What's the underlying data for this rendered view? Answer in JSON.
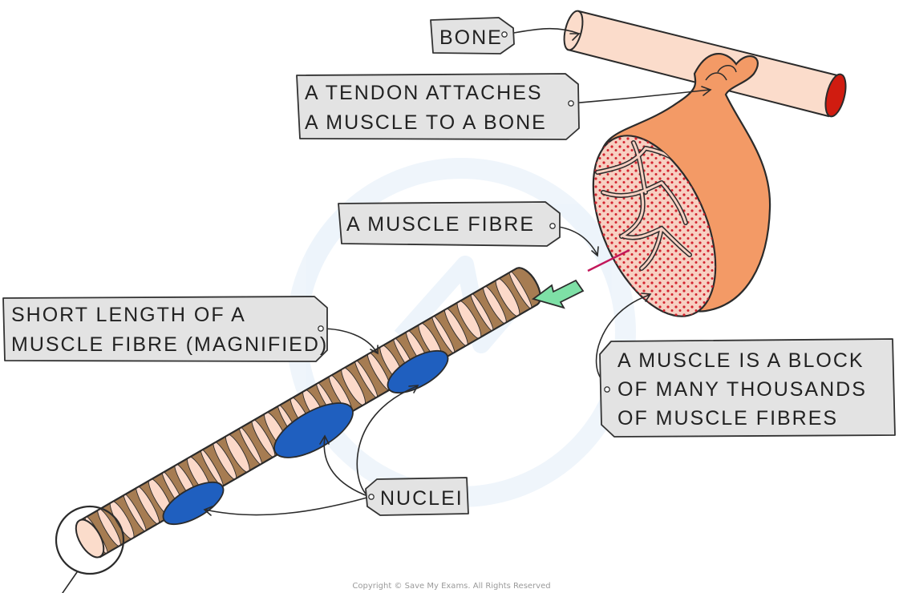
{
  "labels": {
    "bone": "BONE",
    "tendon": [
      "A TENDON ATTACHES",
      "A MUSCLE TO A BONE"
    ],
    "fibre": "A MUSCLE FIBRE",
    "short_length": [
      "SHORT LENGTH OF A",
      "MUSCLE FIBRE (MAGNIFIED)"
    ],
    "muscle": [
      "A MUSCLE IS A BLOCK",
      "OF MANY THOUSANDS",
      "OF MUSCLE FIBRES"
    ],
    "nuclei": "NUCLEI"
  },
  "copyright": "Copyright © Save My Exams. All Rights Reserved",
  "colors": {
    "bone": "#fbdccb",
    "bone_marrow": "#d01c10",
    "muscle": "#f39a66",
    "muscle_section": "#f7d0c2",
    "muscle_dots": "#d3232e",
    "fibre_band_dark": "#a67c52",
    "fibre_band_light": "#fcd9c9",
    "nucleus": "#1f5fbf",
    "arrow_green": "#7ee0a6",
    "tag_fill": "#e3e3e3"
  }
}
